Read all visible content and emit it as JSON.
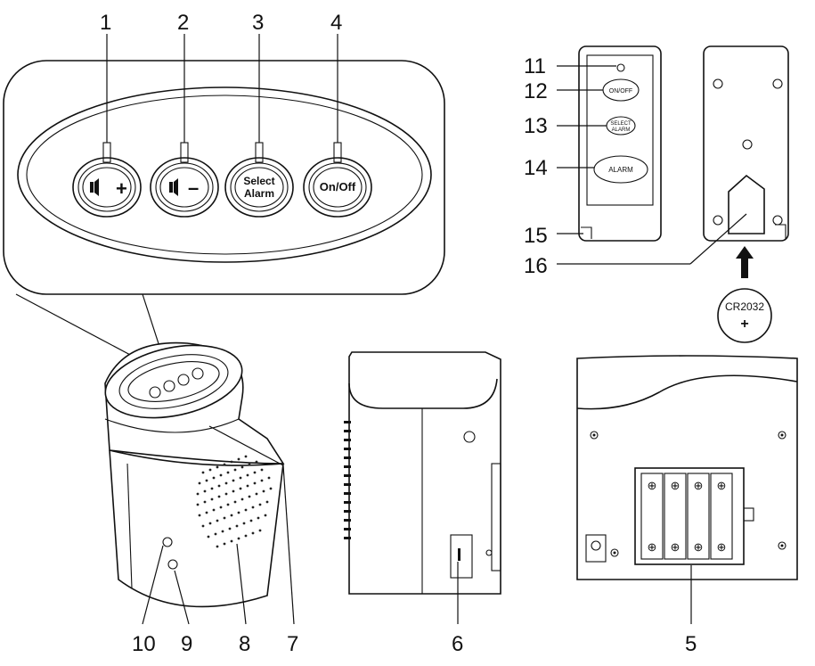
{
  "callouts": {
    "n1": "1",
    "n2": "2",
    "n3": "3",
    "n4": "4",
    "n5": "5",
    "n6": "6",
    "n7": "7",
    "n8": "8",
    "n9": "9",
    "n10": "10",
    "n11": "11",
    "n12": "12",
    "n13": "13",
    "n14": "14",
    "n15": "15",
    "n16": "16"
  },
  "panel_buttons": {
    "volume_up_symbol": "+",
    "volume_down_symbol": "–",
    "select_line1": "Select",
    "select_line2": "Alarm",
    "onoff": "On/Off"
  },
  "remote_buttons": {
    "onoff": "ON/OFF",
    "select_line1": "SELECT",
    "select_line2": "ALARM",
    "alarm": "ALARM"
  },
  "battery": {
    "model": "CR2032",
    "polarity": "+"
  },
  "cell_symbols": {
    "top": [
      "⊕",
      "⊕",
      "⊕",
      "⊕"
    ],
    "bottom": [
      "⊕",
      "⊕",
      "⊕",
      "⊕"
    ]
  }
}
